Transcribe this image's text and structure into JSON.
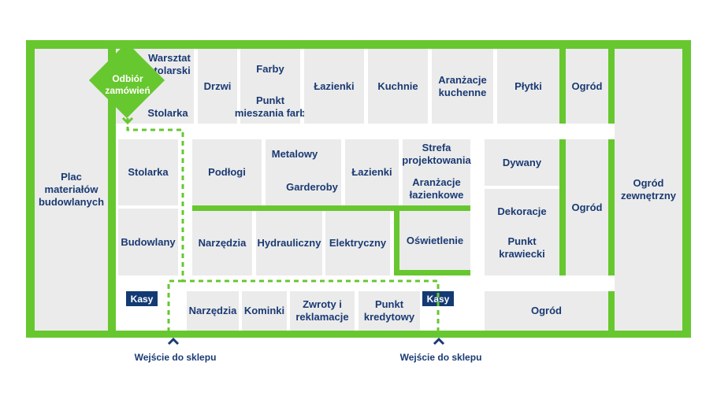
{
  "colors": {
    "wall": "#67c72f",
    "zone": "#ebebeb",
    "text": "#1a3a73",
    "kasa": "#133a73"
  },
  "pickup": "Odbiór zamówień",
  "zones": {
    "plac": "Plac materiałów budowlanych",
    "warsztat": "Warsztat stolarski",
    "stolarka_top": "Stolarka",
    "drzwi": "Drzwi",
    "farby": "Farby",
    "punkt_farb": "Punkt mieszania farb",
    "lazienki_top": "Łazienki",
    "kuchnie": "Kuchnie",
    "aranzacje_kuchenne": "Aranżacje kuchenne",
    "plytki": "Płytki",
    "ogrod_top": "Ogród",
    "ogrod_zewnetrzny": "Ogród zewnętrzny",
    "stolarka_mid": "Stolarka",
    "podlogi": "Podłogi",
    "metalowy": "Metalowy",
    "garderoby": "Garderoby",
    "lazienki_mid": "Łazienki",
    "strefa": "Strefa projektowania",
    "aranzacje_lazienkowe": "Aranżacje łazienkowe",
    "dywany": "Dywany",
    "ogrod_mid": "Ogród",
    "dekoracje": "Dekoracje",
    "punkt_krawiecki": "Punkt krawiecki",
    "budowlany": "Budowlany",
    "narzedzia_mid": "Narzędzia",
    "hydrauliczny": "Hydrauliczny",
    "elektryczny": "Elektryczny",
    "oswietlenie": "Oświetlenie",
    "narzedzia_bottom": "Narzędzia",
    "kominki": "Kominki",
    "zwroty": "Zwroty i reklamacje",
    "punkt_kredytowy": "Punkt kredytowy",
    "ogrod_bottom": "Ogród"
  },
  "kasy": [
    "Kasy",
    "Kasy"
  ],
  "entrances": [
    "Wejście do sklepu",
    "Wejście do sklepu"
  ],
  "icons": {
    "pickup": "diamond-marker",
    "entrance": "chevron-up-icon"
  }
}
